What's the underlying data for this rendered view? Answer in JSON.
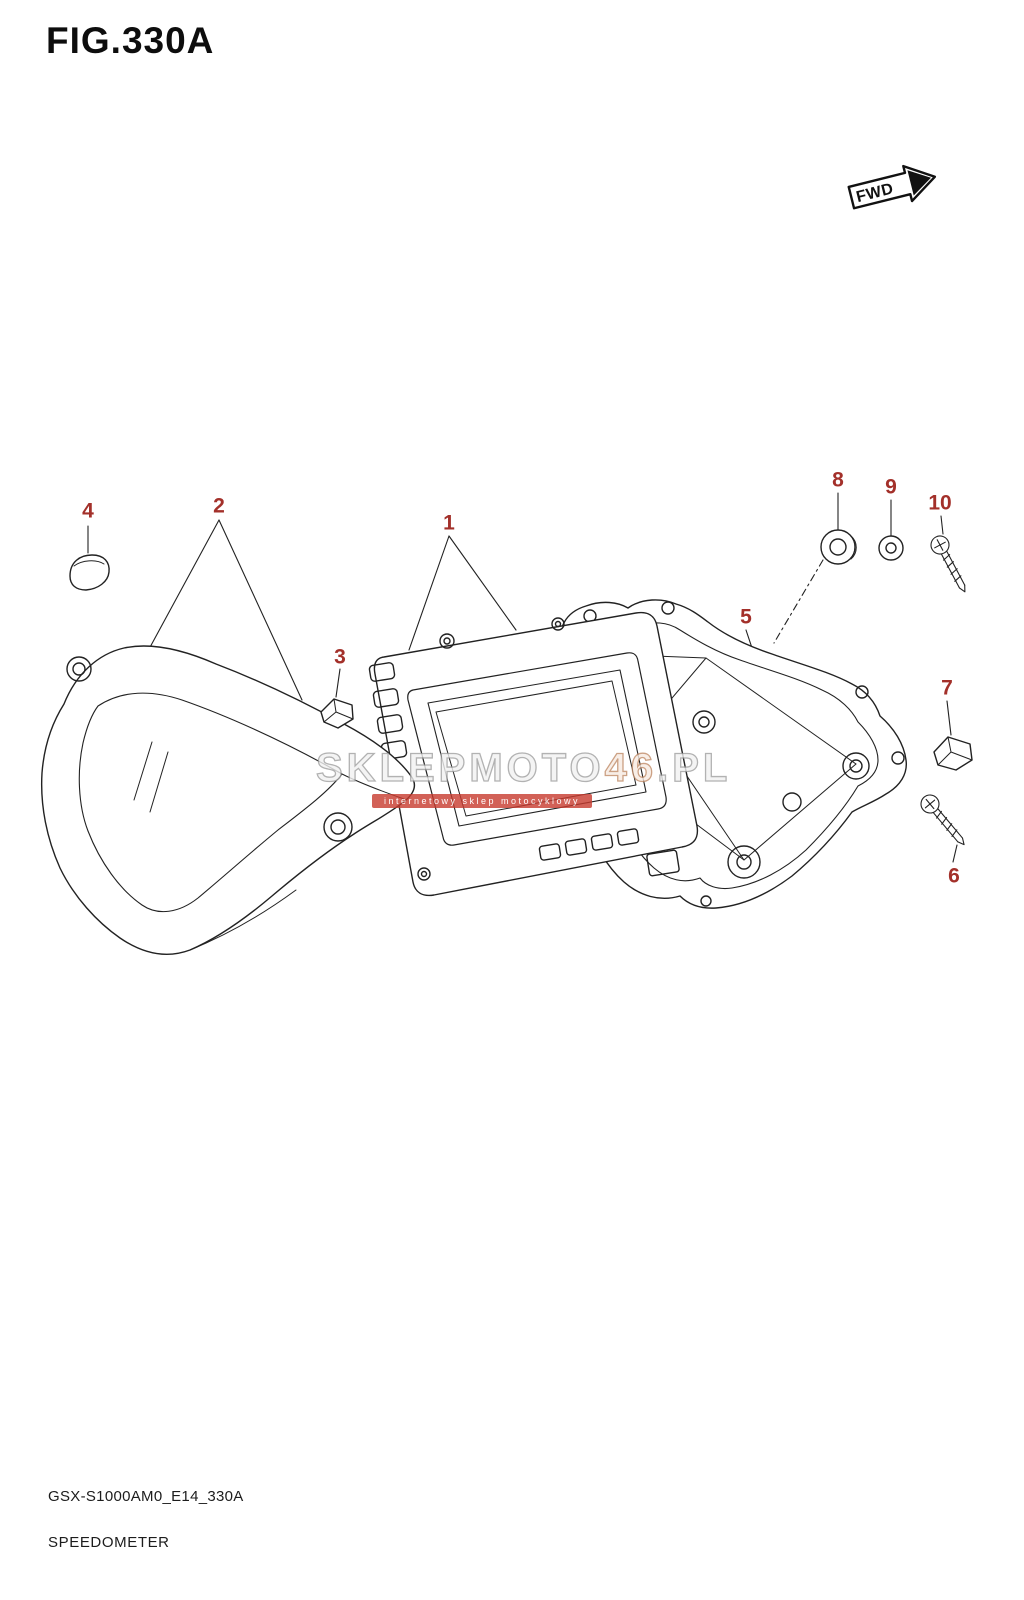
{
  "page": {
    "title": "FIG.330A",
    "fwd_label": "FWD",
    "footer_code": "GSX-S1000AM0_E14_330A",
    "footer_title": "SPEEDOMETER"
  },
  "watermark": {
    "brand_prefix": "SKLEPMOTO",
    "brand_accent": "46",
    "brand_suffix": ".PL",
    "sub": "internetowy sklep motocyklowy"
  },
  "callouts": [
    "1",
    "2",
    "3",
    "4",
    "5",
    "6",
    "7",
    "8",
    "9",
    "10"
  ],
  "colors": {
    "callout": "#a3302a",
    "line_art": "#222222",
    "accent_red": "#c83a2e",
    "watermark_gray": "#a0a0a0"
  }
}
